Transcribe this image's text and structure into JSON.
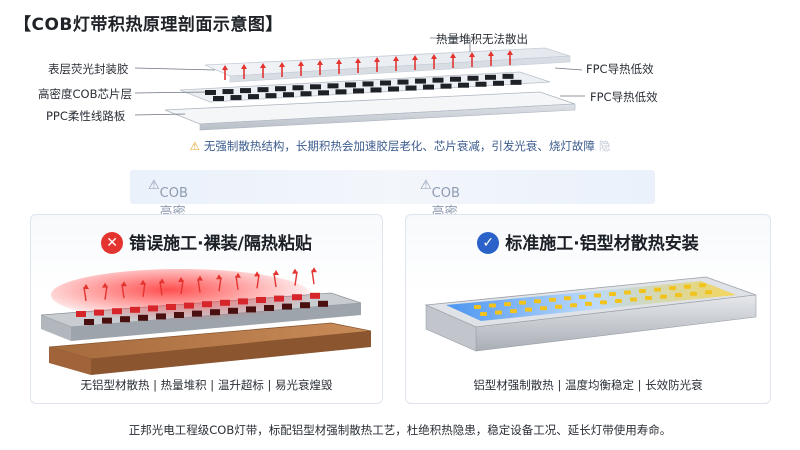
{
  "title": "【COB灯带积热原理剖面示意图】",
  "diagram": {
    "labels": {
      "top_right": "热量堆积无法散出",
      "left_1": "表层荧光封装胶",
      "left_2": "高密度COB芯片层",
      "left_3": "PPC柔性线路板",
      "right_1": "FPC导热低效",
      "right_2": "FPC导热低效"
    }
  },
  "warning": "无强制散热结构，长期积热会加速胶层老化、芯片衰减，引发光衰、烧灯故障",
  "warning_tail": "隐",
  "banner": {
    "left": "COB高密度芯片集中发热",
    "right": "COB高密度芯片集中发热"
  },
  "left_panel": {
    "title": "错误施工·裸装/隔热粘贴",
    "footer": "无铝型材散热 | 热量堆积 | 温升超标 | 易光衰煌毁"
  },
  "right_panel": {
    "title": "标准施工·铝型材散热安装",
    "footer": "铝型材强制散热 | 温度均衡稳定 | 长效防光衰"
  },
  "footer": "正邦光电工程级COB灯带，标配铝型材强制散热工艺，杜绝积热隐患，稳定设备工况、延长灯带使用寿命。",
  "colors": {
    "heat_red": "#e3342f",
    "accent_blue": "#2b62c9",
    "warm_yellow": "#f5d44a"
  }
}
